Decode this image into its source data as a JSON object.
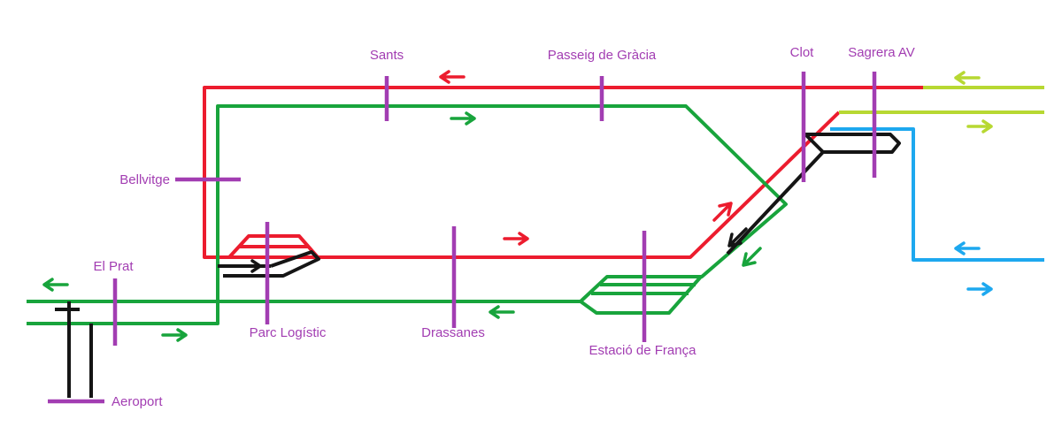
{
  "diagram": {
    "background": "#ffffff",
    "station_label_color": "#a23db2",
    "lines": [
      {
        "id": "red",
        "color": "#ec1c2e"
      },
      {
        "id": "green",
        "color": "#18a43c"
      },
      {
        "id": "black",
        "color": "#151515"
      },
      {
        "id": "blue",
        "color": "#1da8ef"
      },
      {
        "id": "chartreuse",
        "color": "#b7d832"
      }
    ],
    "stations": [
      {
        "id": "sants",
        "name": "Sants"
      },
      {
        "id": "passeig-de-gracia",
        "name": "Passeig de Gràcia"
      },
      {
        "id": "clot",
        "name": "Clot"
      },
      {
        "id": "sagrera-av",
        "name": "Sagrera AV"
      },
      {
        "id": "bellvitge",
        "name": "Bellvitge"
      },
      {
        "id": "el-prat",
        "name": "El Prat"
      },
      {
        "id": "parc-logistic",
        "name": "Parc Logístic"
      },
      {
        "id": "drassanes",
        "name": "Drassanes"
      },
      {
        "id": "estacio-de-franca",
        "name": "Estació de França"
      },
      {
        "id": "aeroport",
        "name": "Aeroport"
      }
    ],
    "arrows": [
      {
        "line": "red",
        "direction": "left",
        "location": "top-between-sants-and-passeig"
      },
      {
        "line": "green",
        "direction": "right",
        "location": "top-between-sants-and-passeig"
      },
      {
        "line": "red",
        "direction": "right",
        "location": "middle-between-drassanes-and-franca"
      },
      {
        "line": "red",
        "direction": "up-right",
        "location": "diagonal-to-clot"
      },
      {
        "line": "black",
        "direction": "down-left",
        "location": "diagonal-from-clot"
      },
      {
        "line": "green",
        "direction": "down-left",
        "location": "diagonal-to-franca"
      },
      {
        "line": "green",
        "direction": "left",
        "location": "bottom-near-drassanes"
      },
      {
        "line": "black",
        "direction": "right",
        "location": "parc-logistic-yard"
      },
      {
        "line": "green",
        "direction": "left",
        "location": "el-prat-upper"
      },
      {
        "line": "green",
        "direction": "right",
        "location": "el-prat-lower"
      },
      {
        "line": "chartreuse",
        "direction": "left",
        "location": "top-right-upper"
      },
      {
        "line": "chartreuse",
        "direction": "right",
        "location": "top-right-lower"
      },
      {
        "line": "blue",
        "direction": "left",
        "location": "right-lower"
      },
      {
        "line": "blue",
        "direction": "right",
        "location": "right-lower"
      }
    ]
  }
}
